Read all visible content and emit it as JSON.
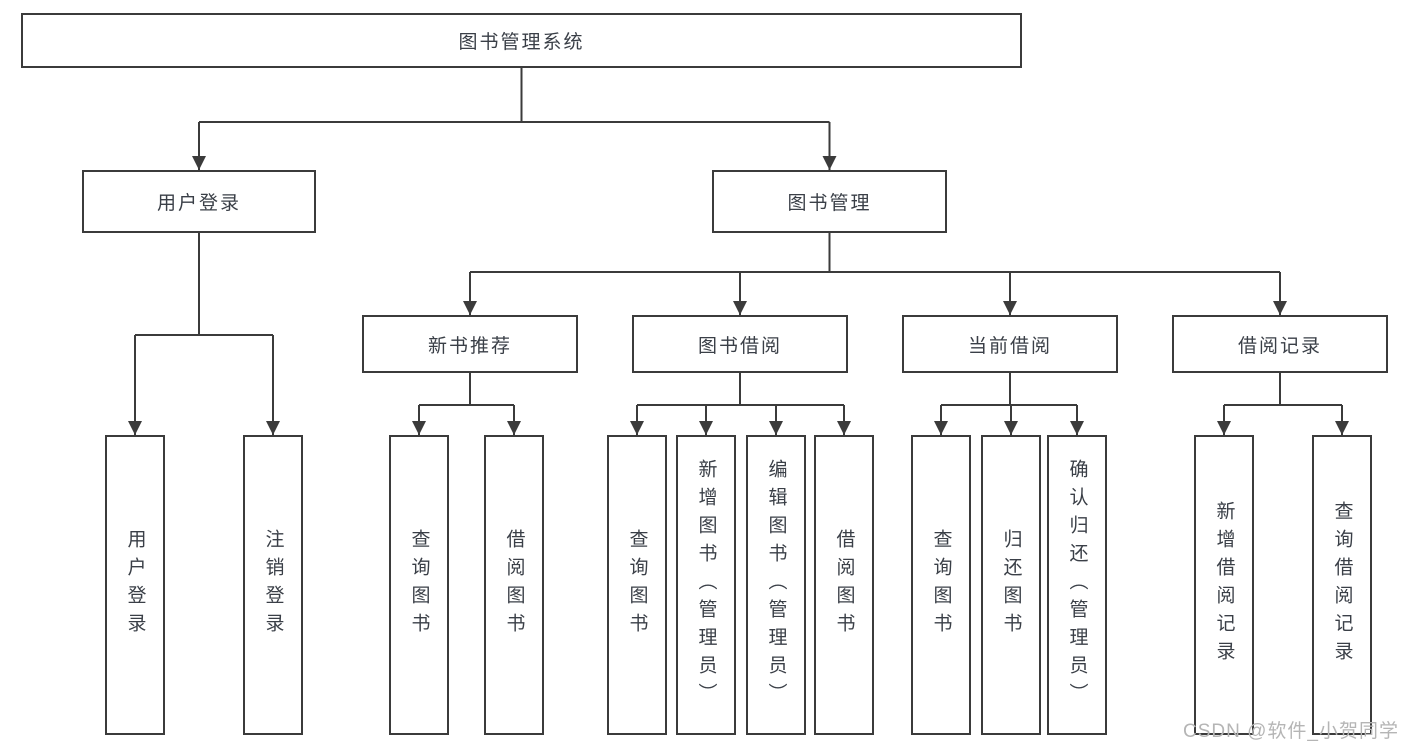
{
  "diagram": {
    "root": {
      "label": "图书管理系统"
    },
    "branches": [
      {
        "label": "用户登录",
        "children": [
          {
            "label": "用户登录"
          },
          {
            "label": "注销登录"
          }
        ]
      },
      {
        "label": "图书管理",
        "children": [
          {
            "label": "新书推荐",
            "children": [
              {
                "label": "查询图书"
              },
              {
                "label": "借阅图书"
              }
            ]
          },
          {
            "label": "图书借阅",
            "children": [
              {
                "label": "查询图书"
              },
              {
                "label": "新增图书（管理员）"
              },
              {
                "label": "编辑图书（管理员）"
              },
              {
                "label": "借阅图书"
              }
            ]
          },
          {
            "label": "当前借阅",
            "children": [
              {
                "label": "查询图书"
              },
              {
                "label": "归还图书"
              },
              {
                "label": "确认归还（管理员）"
              }
            ]
          },
          {
            "label": "借阅记录",
            "children": [
              {
                "label": "新增借阅记录"
              },
              {
                "label": "查询借阅记录"
              }
            ]
          }
        ]
      }
    ]
  },
  "watermark": {
    "text": "CSDN @软件_小贺同学"
  },
  "colors": {
    "line": "#3b3b3b",
    "text": "#3a3f47",
    "background": "#ffffff",
    "watermark": "#b5b5b5"
  }
}
